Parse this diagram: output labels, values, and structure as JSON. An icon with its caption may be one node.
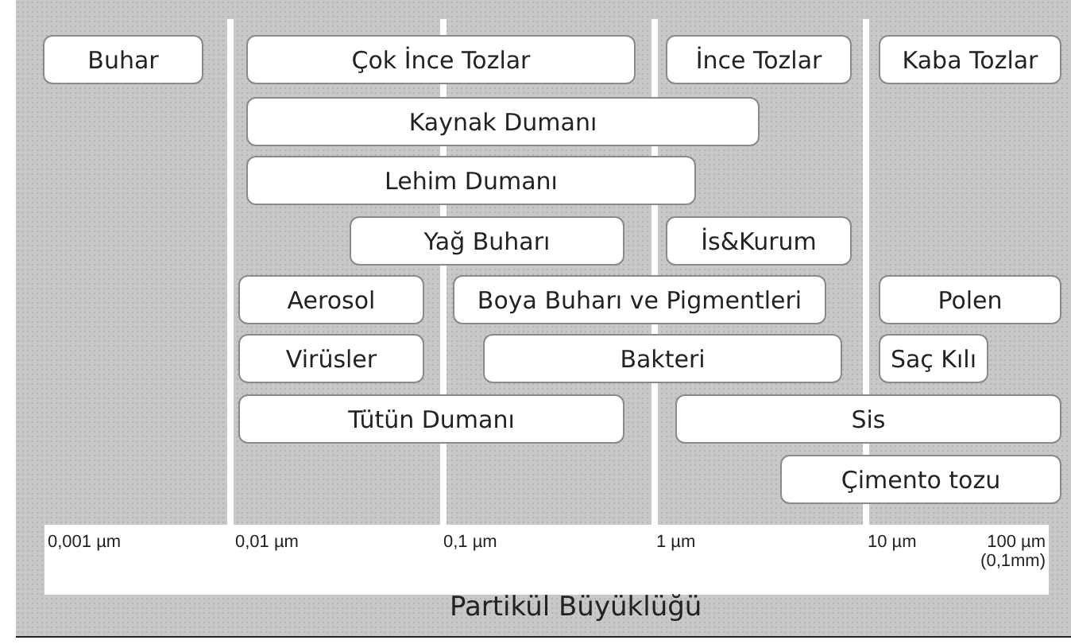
{
  "diagram": {
    "nodes": [
      {
        "text": [
          "Buhar"
        ]
      },
      {
        "text": [
          "Çok İnce Tozlar"
        ]
      },
      {
        "text": [
          "İnce Tozlar"
        ]
      },
      {
        "text": [
          "Kaba Tozlar"
        ]
      },
      {
        "text": [
          "Kaynak Dumanı"
        ]
      },
      {
        "text": [
          "Lehim Dumanı"
        ]
      },
      {
        "text": [
          "Yağ Buharı"
        ]
      },
      {
        "text": [
          "İs&Kurum"
        ]
      },
      {
        "text": [
          "Aerosol"
        ]
      },
      {
        "text": [
          "Boya Buharı ve Pigmentleri"
        ]
      },
      {
        "text": [
          "Polen"
        ]
      },
      {
        "text": [
          "Virüsler"
        ]
      },
      {
        "text": [
          "Bakteri"
        ]
      },
      {
        "text": [
          "Saç Kılı"
        ]
      },
      {
        "text": [
          "Tütün Dumanı"
        ]
      },
      {
        "text": [
          "Sis"
        ]
      },
      {
        "text": [
          "Çimento tozu"
        ]
      }
    ],
    "labels": [
      "0,001 µm",
      "0,01 µm",
      "0,1 µm",
      "1 µm",
      "10 µm",
      "100 µm (0,1mm)",
      "Partikül Büyüklüğü"
    ]
  }
}
